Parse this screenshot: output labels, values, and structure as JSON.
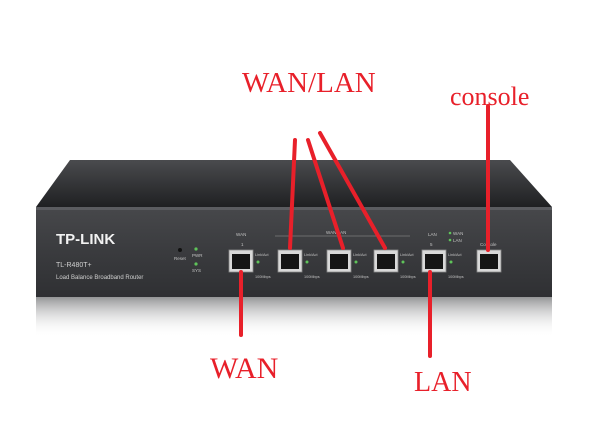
{
  "annotations": {
    "wan_lan": "WAN/LAN",
    "console": "console",
    "wan": "WAN",
    "lan": "LAN"
  },
  "device": {
    "brand": "TP-LINK",
    "model": "TL-R480T+",
    "description": "Load Balance Broadband Router",
    "reset_label": "Reset",
    "pwr_label": "PWR",
    "sys_label": "SYS",
    "wan_label": "WAN",
    "wan_number": "1",
    "wanlan_label": "WAN/LAN",
    "lan_label": "LAN",
    "lan_number": "5",
    "console_label": "Console",
    "legend_wan": "WAN",
    "legend_lan": "LAN",
    "port_led_label": "Link/Act",
    "speed_label": "100Mbps"
  },
  "colors": {
    "annotation_red": "#e8202a",
    "chassis_front": "#3c3d40",
    "chassis_top": "#2a2b2d",
    "led_green": "#5fc45a"
  }
}
